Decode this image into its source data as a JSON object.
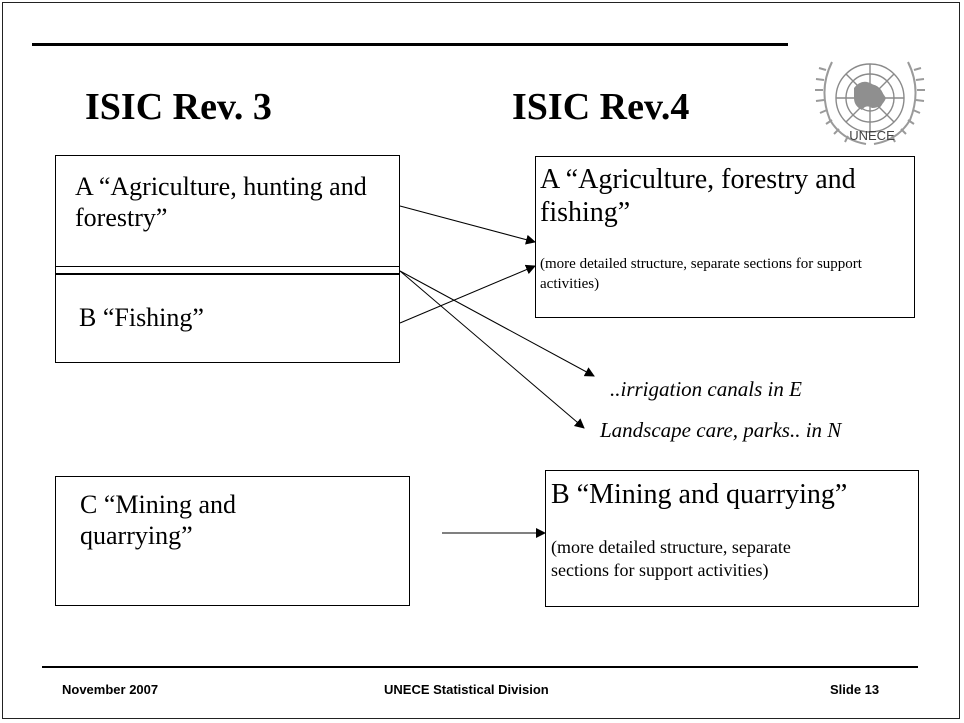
{
  "slide": {
    "left_title": "ISIC Rev. 3",
    "right_title": "ISIC Rev.4",
    "logo_text": "UNECE",
    "left_boxes": {
      "a": "A “Agriculture, hunting and forestry”",
      "b": "B “Fishing”",
      "c": "C “Mining and quarrying”"
    },
    "right_boxes": {
      "a_title": "A “Agriculture, forestry and fishing”",
      "a_note": "(more detailed structure, separate sections for support activities)",
      "b_title": "B “Mining and quarrying”",
      "b_note": "(more detailed structure, separate sections for support activities)"
    },
    "annotations": {
      "irrigation": "..irrigation canals in E",
      "landscape": "Landscape care, parks..  in N"
    },
    "footer": {
      "date": "November 2007",
      "org": "UNECE Statistical Division",
      "slide": "Slide 13"
    }
  },
  "colors": {
    "line": "#000000",
    "logo": "#9a9a9a"
  }
}
